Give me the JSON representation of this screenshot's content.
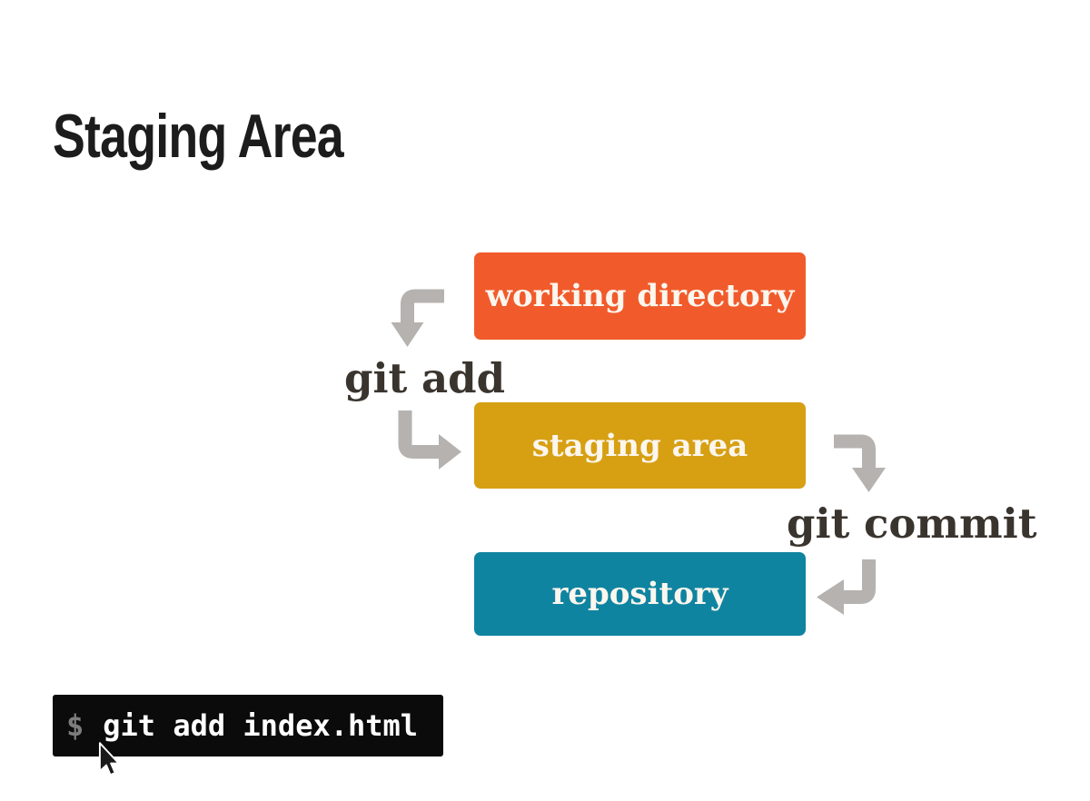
{
  "page": {
    "background": "#ffffff"
  },
  "title": {
    "text": "Staging Area",
    "color": "#1c1c1c"
  },
  "diagram": {
    "arrow_color": "#b5b2af",
    "arrow_label_color": "#3a342e",
    "boxes": [
      {
        "id": "working-directory",
        "label": "working directory",
        "color": "#f15b2b"
      },
      {
        "id": "staging-area",
        "label": "staging area",
        "color": "#d7a013"
      },
      {
        "id": "repository",
        "label": "repository",
        "color": "#0f84a0"
      }
    ],
    "labels": [
      {
        "id": "git-add",
        "text": "git add"
      },
      {
        "id": "git-commit",
        "text": "git commit"
      }
    ]
  },
  "terminal": {
    "prompt": "$",
    "command": "git add index.html",
    "background": "#0b0b0b",
    "prompt_color": "#7d7d7d",
    "command_color": "#ffffff"
  }
}
